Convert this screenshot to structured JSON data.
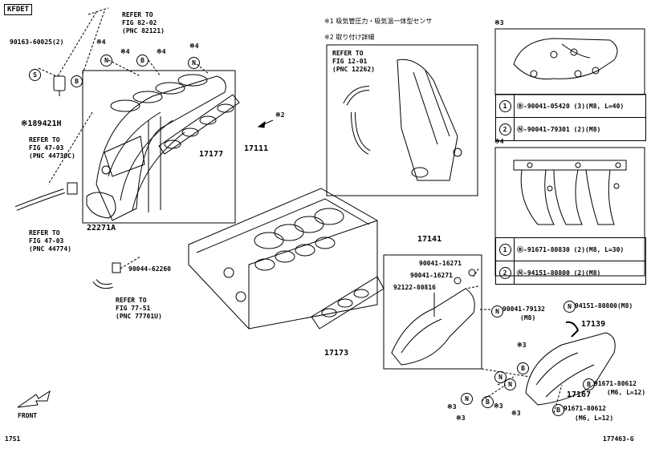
{
  "header": {
    "engine_code": "KFDET"
  },
  "notes": {
    "note1": "※1 吸気管圧力・吸気温一体型センサ",
    "note2": "※2 取り付け詳細"
  },
  "refs": {
    "ref_82": [
      "REFER TO",
      "FIG 82-02",
      "(PNC 82121)"
    ],
    "ref_12": [
      "REFER TO",
      "FIG 12-01",
      "(PNC 12262)"
    ],
    "ref_47a": [
      "REFER TO",
      "FIG 47-03",
      "(PNC 44730C)"
    ],
    "ref_47b": [
      "REFER TO",
      "FIG 47-03",
      "(PNC 44774)"
    ],
    "ref_77": [
      "REFER TO",
      "FIG 77-51",
      "(PNC 77701U)"
    ]
  },
  "part_numbers": {
    "p_90163": "90163-60025(2)",
    "p_89421": "※189421H",
    "p_17177": "17177",
    "p_17111": "17111",
    "p_22271": "22271A",
    "p_90044": "90044-62260",
    "p_17141": "17141",
    "p_90041_16271_a": "90041-16271",
    "p_90041_16271_b": "90041-16271",
    "p_92122": "92122-80816",
    "p_90041_79132": "90041-79132",
    "p_m8": "(M8)",
    "p_17173": "17173",
    "p_94151": "94151-80800(M8)",
    "p_17139": "17139",
    "p_17167": "17167",
    "p_91671_a": "91671-80612",
    "p_91671_a2": "(M6, L=12)",
    "p_91671_b": "91671-80612",
    "p_91671_b2": "(M6, L=12)"
  },
  "callouts": {
    "s4": "※4",
    "s2": "※2",
    "s3": "※3",
    "letter_s": "S",
    "letter_b": "B",
    "letter_n": "N"
  },
  "detail3": {
    "label": "※3",
    "rows": [
      {
        "idx": "1",
        "text": "Ⓑ-90041-05420 (3)(M8, L=40)"
      },
      {
        "idx": "2",
        "text": "Ⓝ-90041-79301 (2)(M8)"
      }
    ]
  },
  "detail4": {
    "label": "※4",
    "rows": [
      {
        "idx": "1",
        "text": "Ⓑ-91671-80830 (2)(M8, L=30)"
      },
      {
        "idx": "2",
        "text": "Ⓝ-94151-80800 (2)(M8)"
      }
    ]
  },
  "footer": {
    "front": "FRONT",
    "left_code": "17S1",
    "right_code": "177463-G"
  }
}
